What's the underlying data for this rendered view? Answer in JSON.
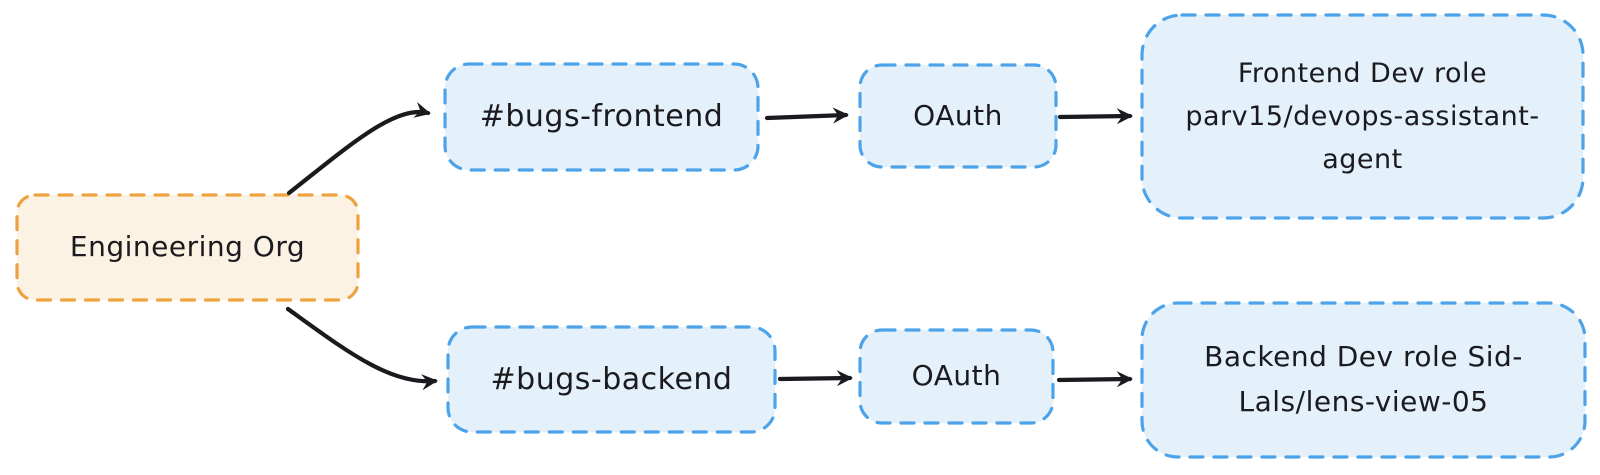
{
  "colors": {
    "background": "#ffffff",
    "org_border": "#eea23f",
    "org_fill": "#fcf2e3",
    "node_border": "#4da3ea",
    "node_fill": "#e4f0fa",
    "arrow": "#1b1b1f",
    "text": "#1b1b1f"
  },
  "nodes": {
    "org": {
      "label": "Engineering Org"
    },
    "bugs_frontend": {
      "label": "#bugs-frontend"
    },
    "oauth_top": {
      "label": "OAuth"
    },
    "frontend_role": {
      "label": "Frontend Dev role\nparv15/devops-assistant-\nagent"
    },
    "bugs_backend": {
      "label": "#bugs-backend"
    },
    "oauth_bottom": {
      "label": "OAuth"
    },
    "backend_role": {
      "label": "Backend Dev role Sid-\nLals/lens-view-05"
    }
  },
  "edges": [
    {
      "from": "Engineering Org",
      "to": "#bugs-frontend"
    },
    {
      "from": "#bugs-frontend",
      "to": "OAuth"
    },
    {
      "from": "OAuth",
      "to": "Frontend Dev role parv15/devops-assistant-agent"
    },
    {
      "from": "Engineering Org",
      "to": "#bugs-backend"
    },
    {
      "from": "#bugs-backend",
      "to": "OAuth"
    },
    {
      "from": "OAuth",
      "to": "Backend Dev role Sid-Lals/lens-view-05"
    }
  ]
}
